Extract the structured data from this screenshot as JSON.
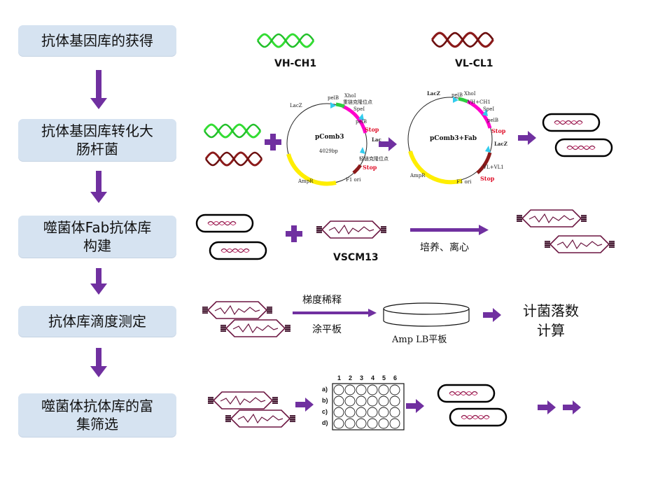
{
  "steps": [
    {
      "line1": "抗体基因库的获得",
      "line2": ""
    },
    {
      "line1": "抗体基因库转化大",
      "line2": "肠杆菌"
    },
    {
      "line1": "噬菌体Fab抗体库",
      "line2": "构建"
    },
    {
      "line1": "抗体库滴度测定",
      "line2": ""
    },
    {
      "line1": "噬菌体抗体库的富",
      "line2": "集筛选"
    }
  ],
  "genes": {
    "vh": "VH-CH1",
    "vl": "VL-CL1"
  },
  "plasmid1": {
    "name": "pComb3",
    "size": "4029bp",
    "lacz": "LacZ",
    "pelb": "pelB",
    "xhoi": "XhoI",
    "site1": "重链克隆位点",
    "spei": "SpeI",
    "pelb2": "pelB",
    "lac": "Lac",
    "site2": "轻链克隆位点",
    "stop1": "Stop",
    "stop2": "Stop",
    "ampr": "AmpR",
    "f1": "F1 ori"
  },
  "plasmid2": {
    "name": "pComb3+Fab",
    "lacz": "LacZ",
    "pelb": "pelB",
    "xhoi": "XhoI",
    "vhch1": "VH+CH1",
    "spei": "SpeI",
    "pelb2": "pelB",
    "stop1": "Stop",
    "lacz2": "LacZ",
    "vlcl1": "VL+VL1",
    "stop2": "Stop",
    "ampr": "AmpR",
    "f1": "F1 ori"
  },
  "helper": "VSCM13",
  "culture": "培养、离心",
  "gradient": "梯度稀释",
  "spread": "涂平板",
  "plate": "Amp LB平板",
  "count": {
    "line1": "计菌落数",
    "line2": "计算"
  },
  "wells": {
    "cols": [
      "1",
      "2",
      "3",
      "4",
      "5",
      "6"
    ],
    "rows": [
      "a)",
      "b)",
      "c)",
      "d)"
    ]
  },
  "colors": {
    "step_bg": "#d6e3f1",
    "arrow": "#7030a0",
    "vh_gene": "#33dd33",
    "vl_gene": "#8b1a1a",
    "phage": "#6b1540",
    "stop": "#e0102a"
  }
}
